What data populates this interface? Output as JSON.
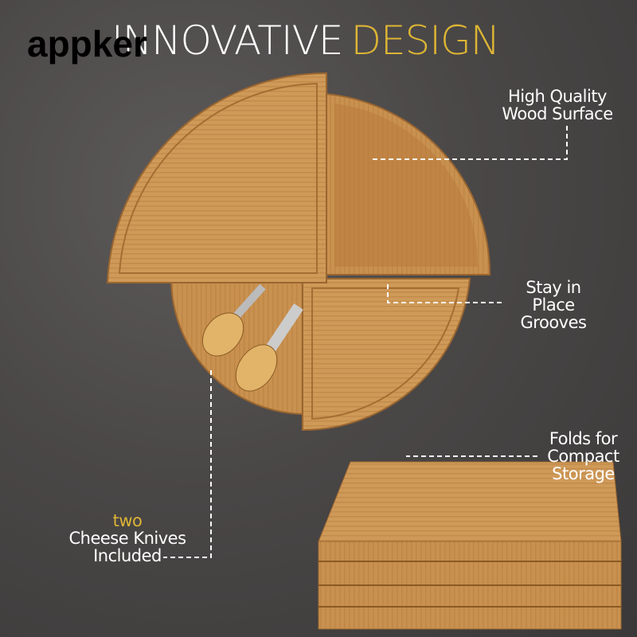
{
  "watermark": "appker",
  "title": {
    "white": "INNOVATIVE",
    "gold": "DESIGN"
  },
  "labels": {
    "wood": [
      "High Quality",
      "Wood Surface"
    ],
    "grooves": [
      "Stay in",
      "Place",
      "Grooves"
    ],
    "folds": [
      "Folds for",
      "Compact",
      "Storage"
    ],
    "knives": {
      "accent": "two",
      "lines": [
        "Cheese Knives",
        "Included"
      ]
    }
  },
  "colors": {
    "gold": "#dcb534",
    "wood": "#c9914f",
    "background": "#4a4747"
  }
}
